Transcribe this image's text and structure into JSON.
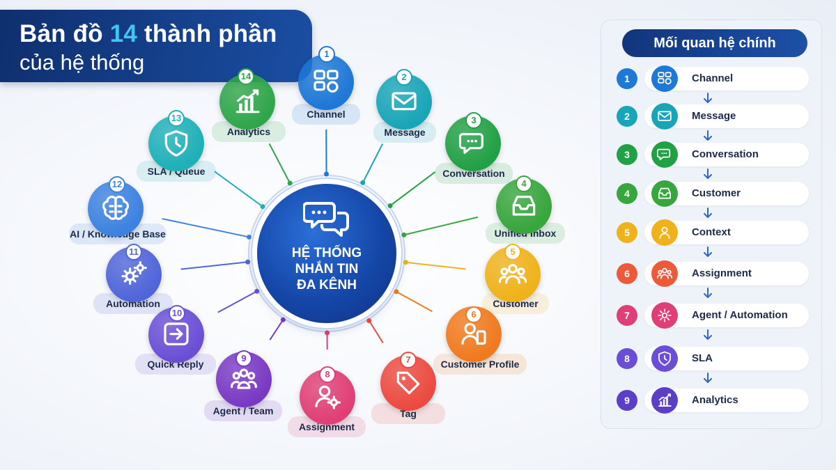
{
  "title": {
    "line1_prefix": "Bản đồ",
    "line1_number": "14",
    "line1_suffix": "thành phần",
    "line2": "của hệ thống"
  },
  "hub": {
    "line1": "HỆ THỐNG",
    "line2": "NHẮN TIN",
    "line3": "ĐA KÊNH",
    "icon": "chat-bubbles-icon"
  },
  "components": [
    {
      "num": "1",
      "label": "Channel",
      "color": "#1e78d6",
      "icon": "channel-grid-icon"
    },
    {
      "num": "2",
      "label": "Message",
      "color": "#18a5b8",
      "icon": "envelope-icon"
    },
    {
      "num": "3",
      "label": "Conversation",
      "color": "#22a045",
      "icon": "chat-icon"
    },
    {
      "num": "4",
      "label": "Unified Inbox",
      "color": "#37a63c",
      "icon": "inbox-icon"
    },
    {
      "num": "5",
      "label": "Customer",
      "color": "#f0b21a",
      "icon": "people-icon"
    },
    {
      "num": "6",
      "label": "Customer Profile",
      "color": "#f07a1e",
      "icon": "profile-icon"
    },
    {
      "num": "7",
      "label": "Tag",
      "color": "#ec4a40",
      "icon": "tag-icon"
    },
    {
      "num": "8",
      "label": "Assignment",
      "color": "#df3f74",
      "icon": "user-gear-icon"
    },
    {
      "num": "9",
      "label": "Agent / Team",
      "color": "#7a39c4",
      "icon": "team-icon"
    },
    {
      "num": "10",
      "label": "Quick Reply",
      "color": "#6a4fd6",
      "icon": "reply-icon"
    },
    {
      "num": "11",
      "label": "Automation",
      "color": "#4f65d9",
      "icon": "gears-icon"
    },
    {
      "num": "12",
      "label": "AI / Knowledge Base",
      "color": "#3d82e0",
      "icon": "brain-icon"
    },
    {
      "num": "13",
      "label": "SLA / Queue",
      "color": "#1fb0b8",
      "icon": "shield-clock-icon"
    },
    {
      "num": "14",
      "label": "Analytics",
      "color": "#2fa64a",
      "icon": "bar-chart-icon"
    }
  ],
  "relations": {
    "title": "Mối quan hệ chính",
    "items": [
      {
        "num": "1",
        "label": "Channel",
        "color": "#1e78d6",
        "icon": "channel-grid-icon"
      },
      {
        "num": "2",
        "label": "Message",
        "color": "#18a5b8",
        "icon": "envelope-icon"
      },
      {
        "num": "3",
        "label": "Conversation",
        "color": "#22a045",
        "icon": "chat-icon"
      },
      {
        "num": "4",
        "label": "Customer",
        "color": "#37a63c",
        "icon": "inbox-icon"
      },
      {
        "num": "5",
        "label": "Context",
        "color": "#f0b21a",
        "icon": "person-icon"
      },
      {
        "num": "6",
        "label": "Assignment",
        "color": "#ec5a3a",
        "icon": "people-icon"
      },
      {
        "num": "7",
        "label": "Agent / Automation",
        "color": "#df3f74",
        "icon": "gear-icon"
      },
      {
        "num": "8",
        "label": "SLA",
        "color": "#6a4fd6",
        "icon": "shield-clock-icon"
      },
      {
        "num": "9",
        "label": "Analytics",
        "color": "#5b3fc8",
        "icon": "bar-chart-icon"
      }
    ]
  }
}
